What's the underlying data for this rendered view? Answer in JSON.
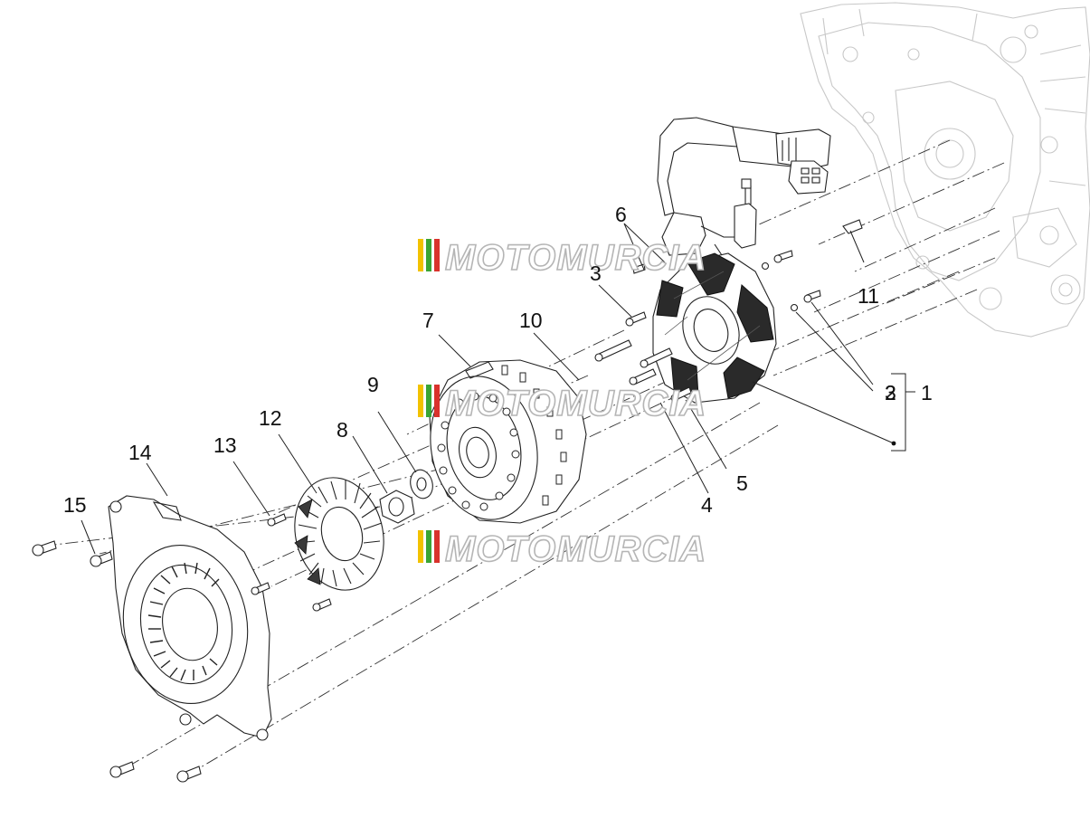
{
  "watermark": {
    "text": "MOTOMURCIA",
    "stripe_colors": [
      "#f2c200",
      "#3aa535",
      "#d9322c"
    ]
  },
  "parts": [
    {
      "number": "1"
    },
    {
      "number": "2"
    },
    {
      "number": "3"
    },
    {
      "number": "3"
    },
    {
      "number": "4"
    },
    {
      "number": "5"
    },
    {
      "number": "6"
    },
    {
      "number": "7"
    },
    {
      "number": "8"
    },
    {
      "number": "9"
    },
    {
      "number": "10"
    },
    {
      "number": "11"
    },
    {
      "number": "12"
    },
    {
      "number": "13"
    },
    {
      "number": "14"
    },
    {
      "number": "15"
    }
  ]
}
